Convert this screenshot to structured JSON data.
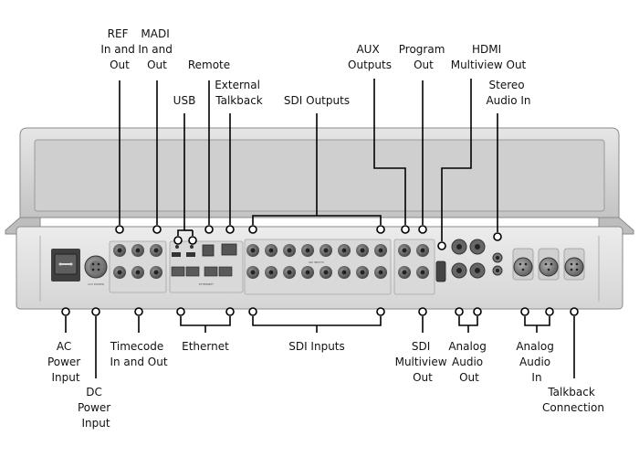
{
  "labels": {
    "ref_in_out": [
      "REF",
      "In and",
      "Out"
    ],
    "madi_in_out": [
      "MADI",
      "In and",
      "Out"
    ],
    "remote": [
      "Remote"
    ],
    "usb": [
      "USB"
    ],
    "external_talkback": [
      "External",
      "Talkback"
    ],
    "sdi_outputs": [
      "SDI Outputs"
    ],
    "aux_outputs": [
      "AUX",
      "Outputs"
    ],
    "program_out": [
      "Program",
      "Out"
    ],
    "hdmi_multiview_out": [
      "HDMI",
      "Multiview Out"
    ],
    "stereo_audio_in": [
      "Stereo",
      "Audio In"
    ],
    "ac_power_input": [
      "AC",
      "Power",
      "Input"
    ],
    "dc_power_input": [
      "DC",
      "Power",
      "Input"
    ],
    "timecode_in_out": [
      "Timecode",
      "In and Out"
    ],
    "ethernet": [
      "Ethernet"
    ],
    "sdi_inputs": [
      "SDI Inputs"
    ],
    "sdi_multiview_out": [
      "SDI",
      "Multiview",
      "Out"
    ],
    "analog_audio_out": [
      "Analog",
      "Audio",
      "Out"
    ],
    "analog_audio_in": [
      "Analog",
      "Audio",
      "In"
    ],
    "talkback_connection": [
      "Talkback",
      "Connection"
    ]
  },
  "colors": {
    "label_text": "#111111",
    "leader_line": "#000000",
    "chassis_top": "#d6d6d6",
    "chassis_panel": "#cfcfcf",
    "rear_panel": "#e4e4e4",
    "connector_dark": "#4a4a4a"
  }
}
